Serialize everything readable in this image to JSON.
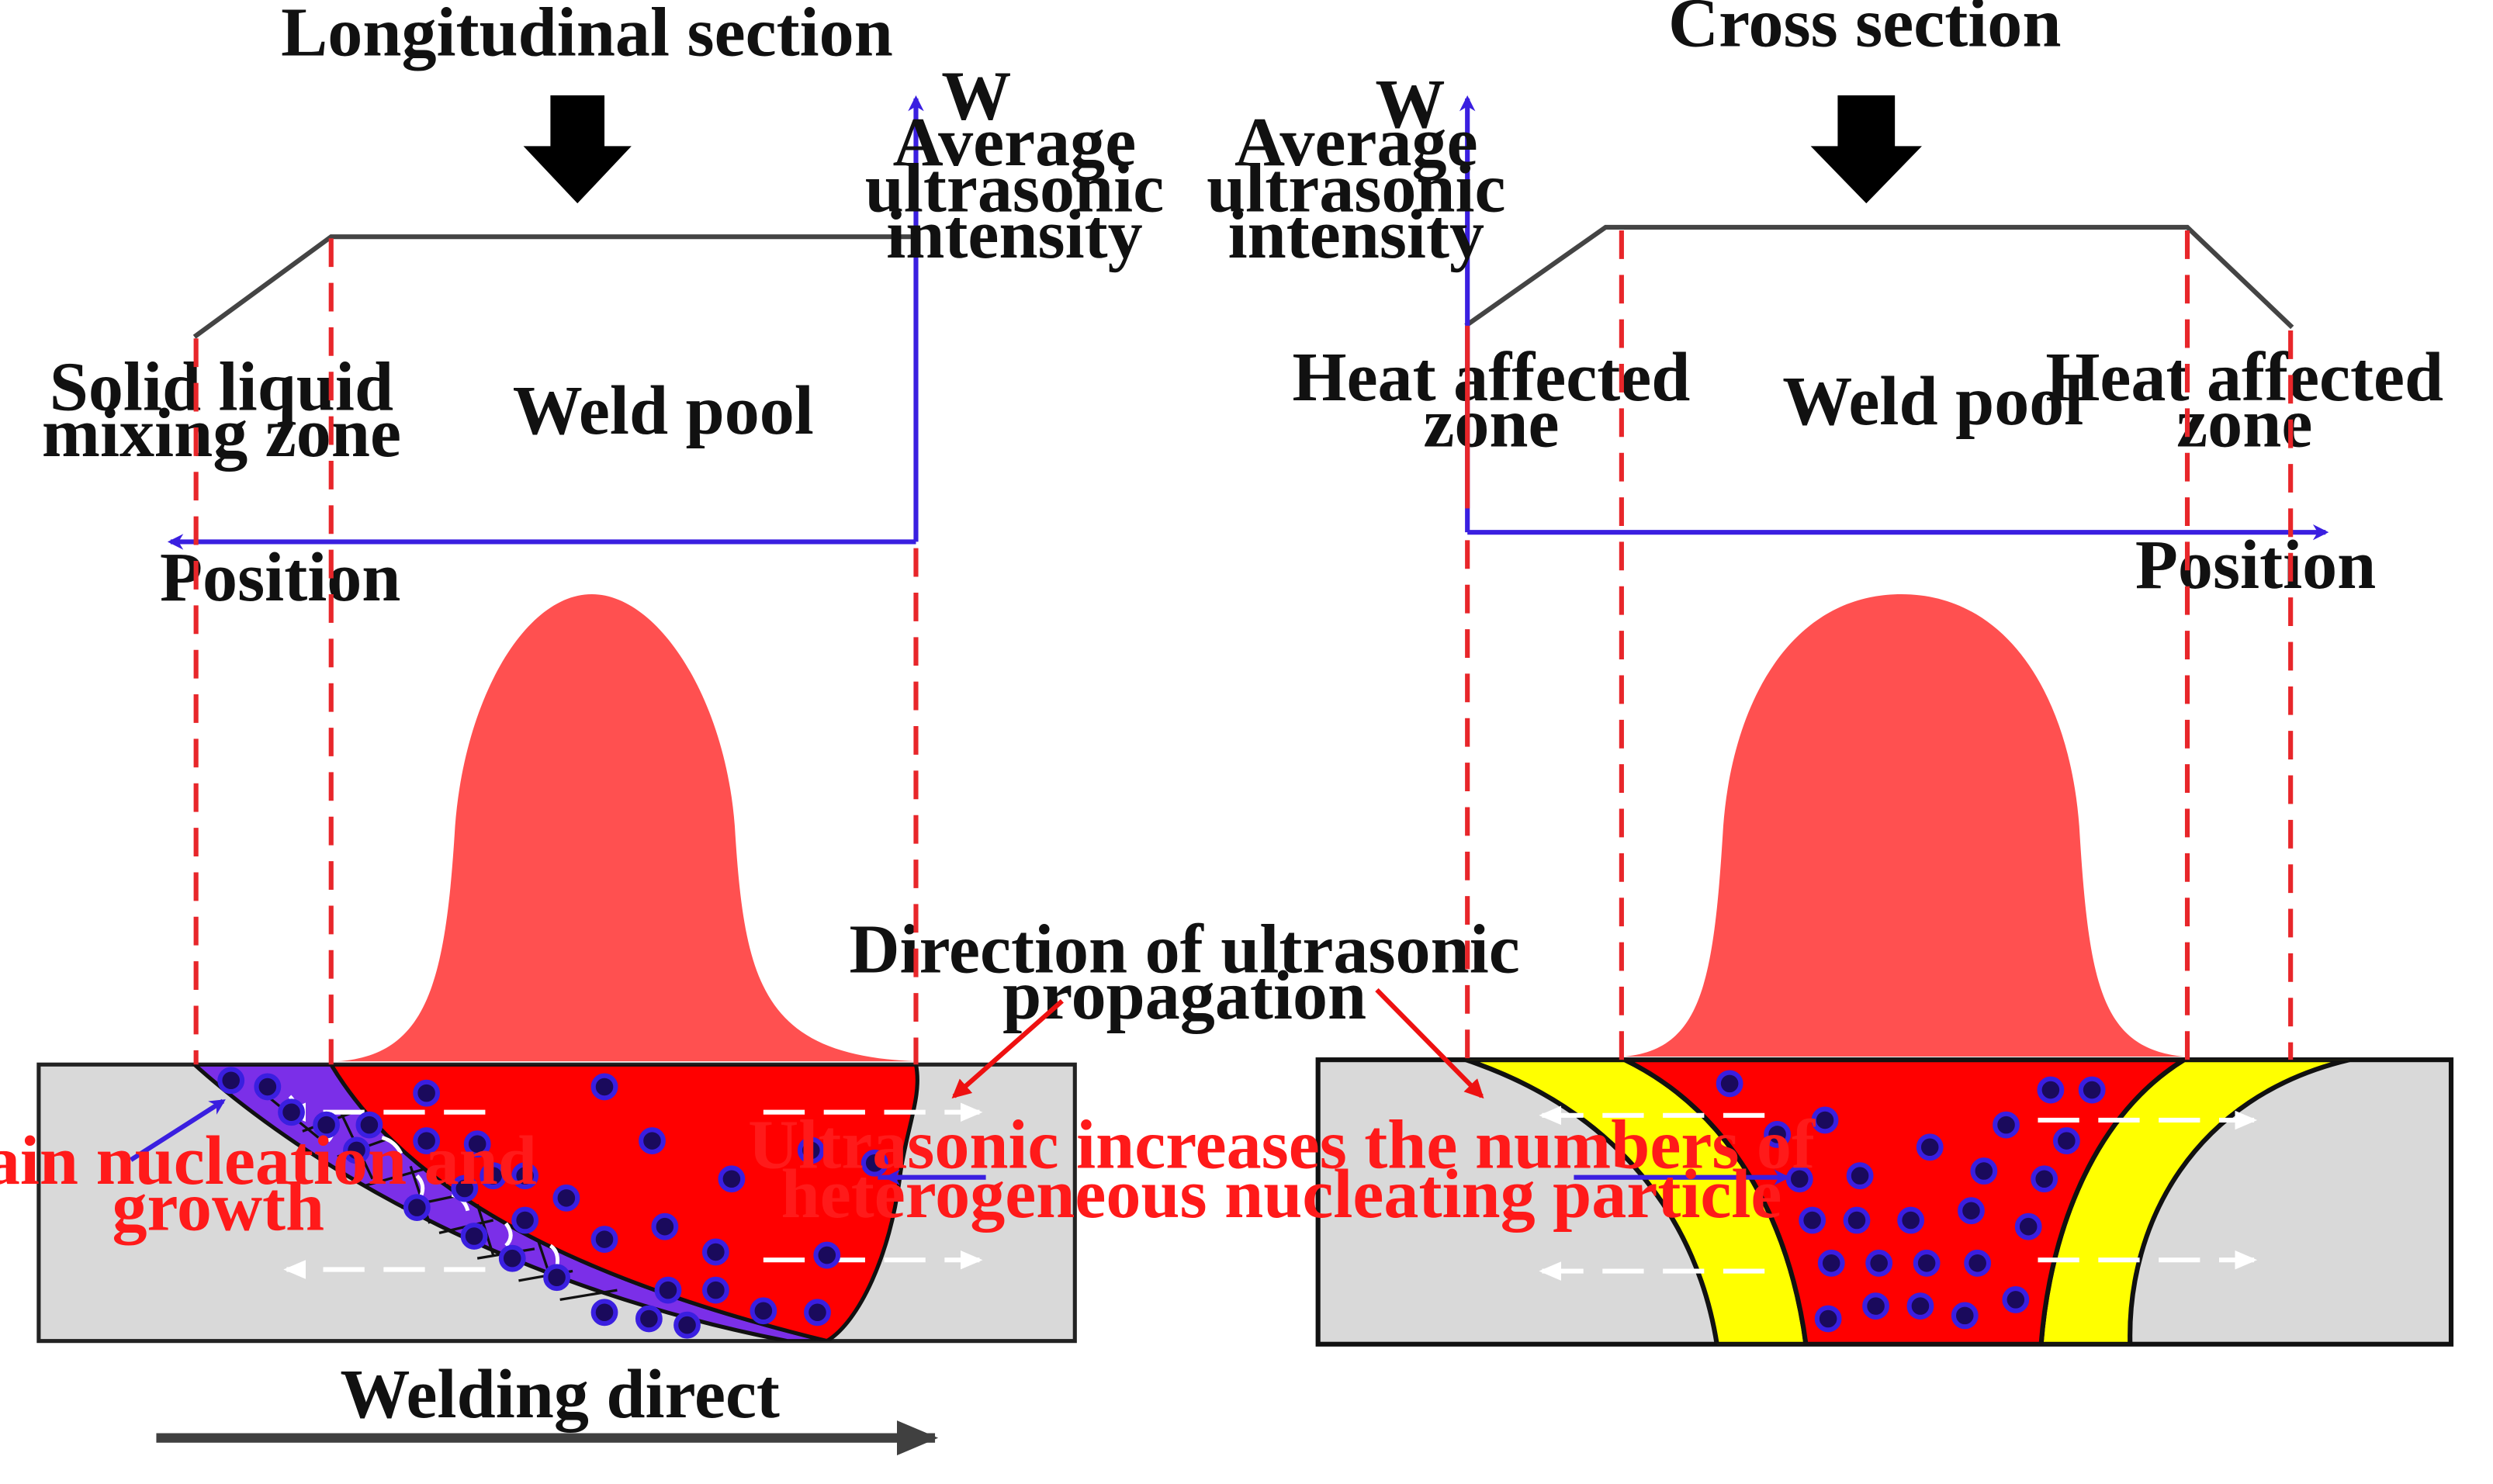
{
  "left_panel": {
    "title": "Longitudinal section",
    "y_axis_symbol": "W",
    "y_axis_label": [
      "Average",
      "ultrasonic",
      "intensity"
    ],
    "zone_mixing": [
      "Solid liquid",
      "mixing zone"
    ],
    "zone_pool": "Weld pool",
    "x_axis_label": "Position",
    "annotation_grain": [
      "Grain nucleation and",
      "growth"
    ],
    "direction_label": [
      "Direction of ultrasonic",
      "propagation"
    ],
    "welding_direction": "Welding direct"
  },
  "right_panel": {
    "title": "Cross section",
    "y_axis_symbol": "W",
    "y_axis_label": [
      "Average",
      "ultrasonic",
      "intensity"
    ],
    "zone_haz_left": [
      "Heat affected",
      "zone"
    ],
    "zone_pool": "Weld pool",
    "zone_haz_right": [
      "Heat affected",
      "zone"
    ],
    "x_axis_label": "Position"
  },
  "center_annotation": [
    "Ultrasonic increases the numbers of",
    "heterogeneous nucleating particle"
  ],
  "colors": {
    "axis": "#3a1fe0",
    "guide_lines": "#e8262a",
    "bell": "#ff5050",
    "weld_pool": "#ff0000",
    "grain_zone": "#7b2fe8",
    "haz": "#ffff00",
    "base_metal": "#d9d9d9",
    "particle": "#1a0a5c",
    "annotation_text": "#ff1a1a"
  }
}
